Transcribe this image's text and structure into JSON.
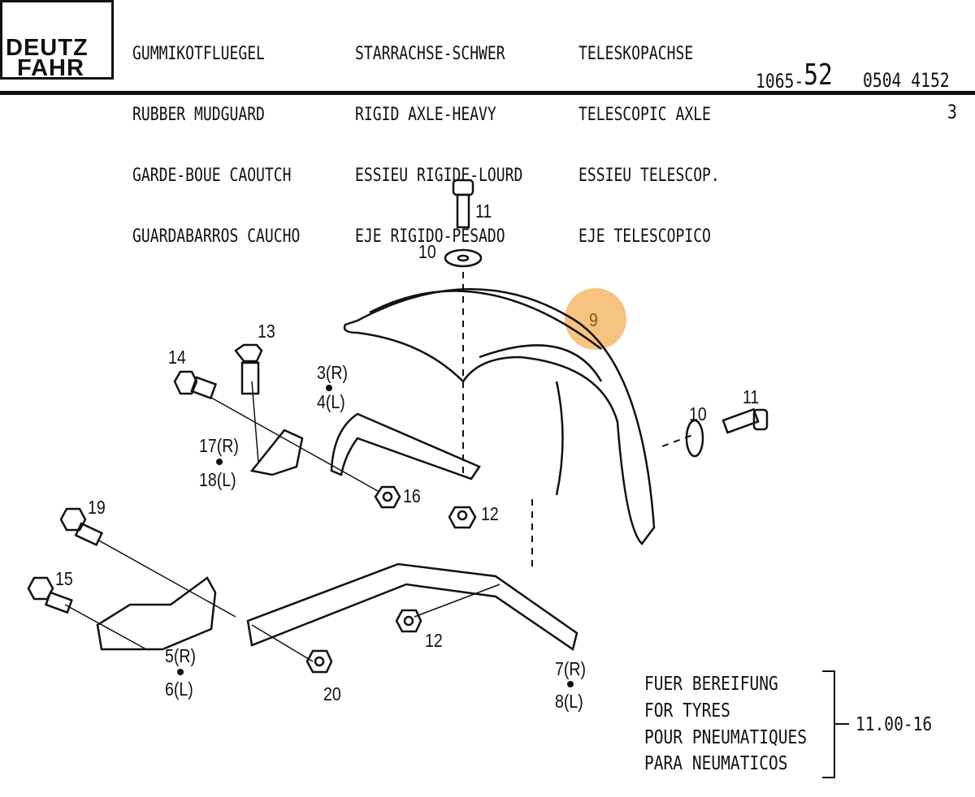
{
  "header": {
    "logo": [
      "DEUTZ",
      "FAHR"
    ],
    "col1": [
      "GUMMIKOTFLUEGEL",
      "RUBBER MUDGUARD",
      "GARDE-BOUE CAOUTCH",
      "GUARDABARROS CAUCHO"
    ],
    "col2": [
      "STARRACHSE-SCHWER",
      "RIGID AXLE-HEAVY",
      "ESSIEU RIGIDE-LOURD",
      "EJE RIGIDO-PESADO"
    ],
    "col3": [
      "TELESKOPACHSE",
      "TELESCOPIC AXLE",
      "ESSIEU TELESCOP.",
      "EJE TELESCOPICO"
    ],
    "group_prefix": "1065-",
    "group_number": "52",
    "part_number": "0504 4152",
    "page": "3"
  },
  "highlight_color": "#f5b96a",
  "callouts": {
    "c11a": "11",
    "c10a": "10",
    "c9": "9",
    "c13": "13",
    "c14": "14",
    "c3": "3(R)",
    "c4": "4(L)",
    "c17": "17(R)",
    "c18": "18(L)",
    "c16": "16",
    "c12a": "12",
    "c10b": "10",
    "c11b": "11",
    "c19": "19",
    "c15": "15",
    "c12b": "12",
    "c5": "5(R)",
    "c6": "6(L)",
    "c20": "20",
    "c7": "7(R)",
    "c8": "8(L)"
  },
  "tyres": {
    "lines": [
      "FUER BEREIFUNG",
      "FOR TYRES",
      "POUR PNEUMATIQUES",
      "PARA NEUMATICOS"
    ],
    "size": "11.00-16"
  }
}
